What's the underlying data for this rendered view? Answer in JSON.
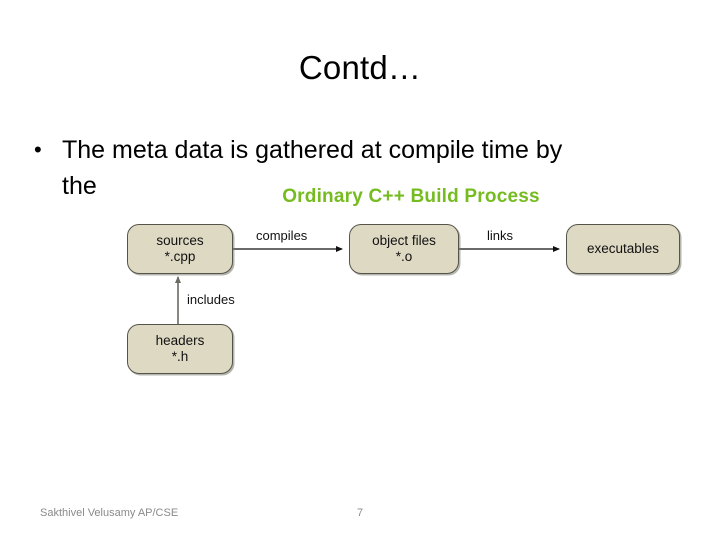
{
  "slide": {
    "title": "Contd…",
    "bullets": [
      {
        "marker": "•",
        "line1": "The meta data is gathered at compile time by",
        "line2": "the"
      }
    ]
  },
  "diagram": {
    "title": "Ordinary C++ Build Process",
    "title_color": "#76bc21",
    "node_fill": "#ded9c3",
    "node_stroke": "#55544a",
    "nodes": [
      {
        "id": "sources",
        "line1": "sources",
        "line2": "*.cpp"
      },
      {
        "id": "objectfiles",
        "line1": "object files",
        "line2": "*.o"
      },
      {
        "id": "executables",
        "line1": "executables",
        "line2": ""
      },
      {
        "id": "headers",
        "line1": "headers",
        "line2": "*.h"
      }
    ],
    "edges": [
      {
        "id": "compiles",
        "label": "compiles",
        "from": "sources",
        "to": "objectfiles"
      },
      {
        "id": "links",
        "label": "links",
        "from": "objectfiles",
        "to": "executables"
      },
      {
        "id": "includes",
        "label": "includes",
        "from": "headers",
        "to": "sources"
      }
    ]
  },
  "footer": {
    "author": "Sakthivel Velusamy AP/CSE",
    "page": "7"
  }
}
